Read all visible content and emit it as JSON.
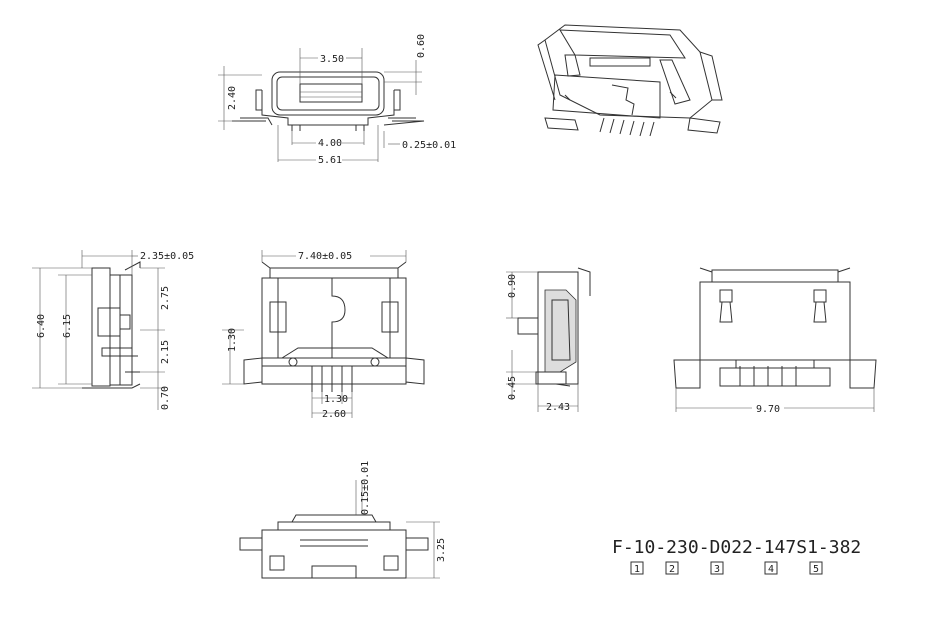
{
  "part_number": "F-10-230-D022-147S1-382",
  "part_index_boxes": [
    "1",
    "2",
    "3",
    "4",
    "5"
  ],
  "dimensions": {
    "front_slot_width": "3.50",
    "front_top_thickness": "0.60",
    "front_height": "2.40",
    "front_pad_span": "4.00",
    "front_pin_width": "0.25±0.01",
    "front_overall_width": "5.61",
    "side_width": "2.35±0.05",
    "side_total_length": "6.40",
    "side_body_length": "6.15",
    "side_upper_segment": "2.75",
    "side_lower_segment": "2.15",
    "side_bottom_offset": "0.70",
    "top_overall_width": "7.40±0.05",
    "top_left_height": "1.30",
    "top_pin_span_inner": "1.30",
    "top_pin_span_outer": "2.60",
    "section_top": "0.90",
    "section_bottom": "0.45",
    "section_width": "2.43",
    "rear_overall_width": "9.70",
    "bottom_pin_pitch": "0.15±0.01",
    "bottom_height": "3.25"
  },
  "colors": {
    "line": "#333333",
    "background": "#ffffff"
  }
}
